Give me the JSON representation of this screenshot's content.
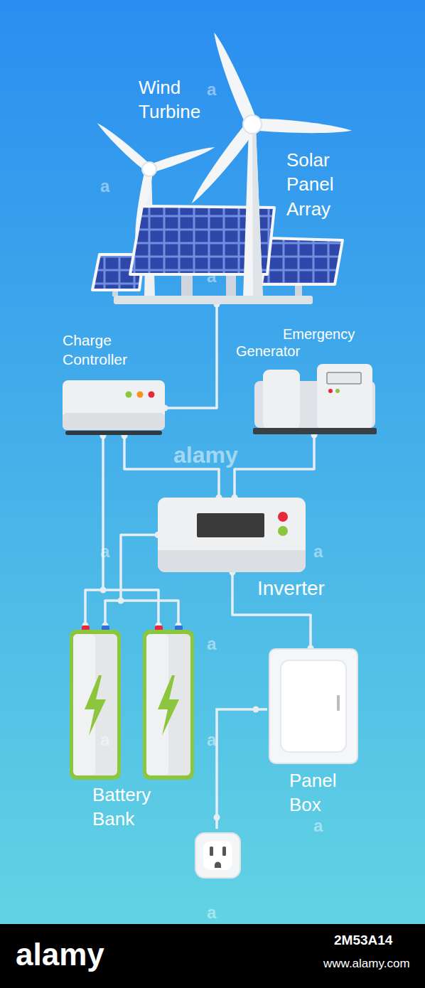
{
  "diagram": {
    "nodes": [
      {
        "text": [
          "Wind Turbine",
          "Solar Panel Array"
        ]
      },
      {
        "text": [
          "Charge Controller"
        ]
      },
      {
        "text": [
          "Emergency Generator"
        ]
      },
      {
        "text": [
          "Inverter"
        ]
      },
      {
        "text": [
          "Battery Bank"
        ]
      },
      {
        "text": [
          "Panel Box"
        ]
      }
    ],
    "edges": [
      {
        "from": 0,
        "to": 1,
        "arrow": "none"
      },
      {
        "from": 1,
        "to": 3,
        "arrow": "none"
      },
      {
        "from": 2,
        "to": 3,
        "arrow": "none"
      },
      {
        "from": 1,
        "to": 4,
        "arrow": "none"
      },
      {
        "from": 4,
        "to": 3,
        "arrow": "none"
      },
      {
        "from": 3,
        "to": 5,
        "arrow": "none"
      }
    ],
    "labels": [
      "alamy",
      "a",
      "a",
      "a",
      "a",
      "a",
      "a",
      "a",
      "a",
      "a",
      "a",
      "alamy",
      "2M53A14",
      "www.alamy.com"
    ]
  }
}
